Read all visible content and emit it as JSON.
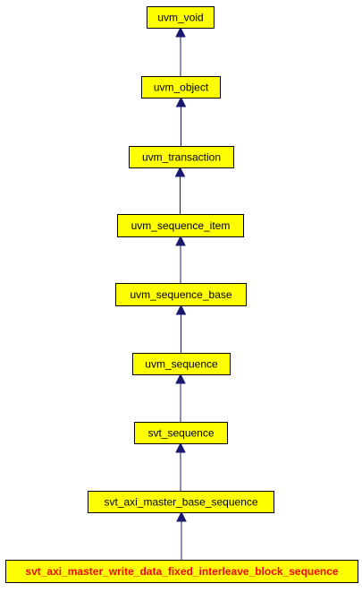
{
  "diagram": {
    "colors": {
      "node_fill": "#ffff00",
      "node_stroke": "#000000",
      "edge": "#191970",
      "label": "#000000",
      "highlight_label": "#ff0000"
    },
    "nodes": [
      {
        "id": "uvm_void",
        "label": "uvm_void"
      },
      {
        "id": "uvm_object",
        "label": "uvm_object"
      },
      {
        "id": "uvm_transaction",
        "label": "uvm_transaction"
      },
      {
        "id": "uvm_sequence_item",
        "label": "uvm_sequence_item"
      },
      {
        "id": "uvm_sequence_base",
        "label": "uvm_sequence_base"
      },
      {
        "id": "uvm_sequence",
        "label": "uvm_sequence"
      },
      {
        "id": "svt_sequence",
        "label": "svt_sequence"
      },
      {
        "id": "svt_axi_master_base_sequence",
        "label": "svt_axi_master_base_sequence"
      },
      {
        "id": "svt_axi_master_write_data_fixed_interleave_block_sequence",
        "label": "svt_axi_master_write_data_fixed_interleave_block_sequence",
        "highlight": true
      }
    ],
    "edges": [
      {
        "from": "uvm_object",
        "to": "uvm_void"
      },
      {
        "from": "uvm_transaction",
        "to": "uvm_object"
      },
      {
        "from": "uvm_sequence_item",
        "to": "uvm_transaction"
      },
      {
        "from": "uvm_sequence_base",
        "to": "uvm_sequence_item"
      },
      {
        "from": "uvm_sequence",
        "to": "uvm_sequence_base"
      },
      {
        "from": "svt_sequence",
        "to": "uvm_sequence"
      },
      {
        "from": "svt_axi_master_base_sequence",
        "to": "svt_sequence"
      },
      {
        "from": "svt_axi_master_write_data_fixed_interleave_block_sequence",
        "to": "svt_axi_master_base_sequence"
      }
    ]
  }
}
